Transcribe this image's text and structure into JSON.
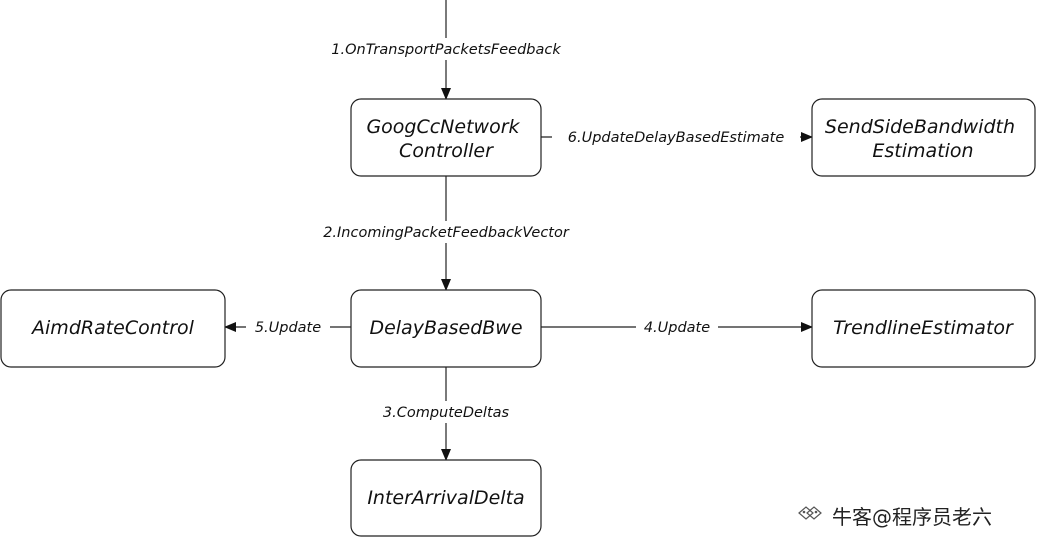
{
  "nodes": {
    "googcc": {
      "lines": [
        "GoogCcNetwork",
        "Controller"
      ]
    },
    "sendside": {
      "lines": [
        "SendSideBandwidth",
        "Estimation"
      ]
    },
    "delaybased": {
      "lines": [
        "DelayBasedBwe"
      ]
    },
    "aimd": {
      "lines": [
        "AimdRateControl"
      ]
    },
    "trendline": {
      "lines": [
        "TrendlineEstimator"
      ]
    },
    "interarrival": {
      "lines": [
        "InterArrivalDelta"
      ]
    }
  },
  "edges": {
    "e1": {
      "label": "1.OnTransportPacketsFeedback"
    },
    "e2": {
      "label": "2.IncomingPacketFeedbackVector"
    },
    "e3": {
      "label": "3.ComputeDeltas"
    },
    "e4": {
      "label": "4.Update"
    },
    "e5": {
      "label": "5.Update"
    },
    "e6": {
      "label": "6.UpdateDelayBasedEstimate"
    }
  },
  "watermark": {
    "text": "牛客@程序员老六",
    "icon": "nowcoder-logo-icon"
  }
}
